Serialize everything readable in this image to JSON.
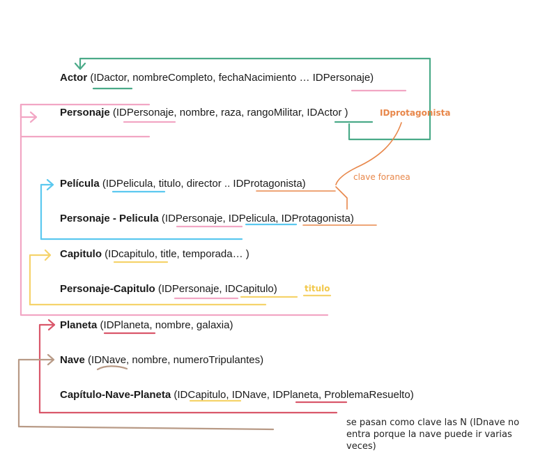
{
  "relations": {
    "actor": {
      "name": "Actor",
      "attrs": " (IDactor, nombreCompleto, fechaNacimiento … IDPersonaje)"
    },
    "personaje": {
      "name": "Personaje",
      "attrs": " (IDPersonaje, nombre, raza, rangoMilitar, IDActor )"
    },
    "pelicula": {
      "name": "Película",
      "attrs": "  (IDPelicula, titulo, director .. IDProtagonista)"
    },
    "personaje_pelicula": {
      "name": "Personaje - Pelicula",
      "attrs": " (IDPersonaje, IDPelicula, IDProtagonista)"
    },
    "capitulo": {
      "name": "Capitulo",
      "attrs": " (IDcapitulo, title, temporada…  )"
    },
    "personaje_capitulo": {
      "name": "Personaje-Capitulo",
      "attrs": " (IDPersonaje, IDCapitulo)"
    },
    "planeta": {
      "name": "Planeta",
      "attrs": " (IDPlaneta, nombre, galaxia)"
    },
    "nave": {
      "name": "Nave",
      "attrs": " (IDNave, nombre, numeroTripulantes)"
    },
    "capitulo_nave_planeta": {
      "name": "Capítulo-Nave-Planeta",
      "attrs": " (IDCapitulo, IDNave, IDPlaneta, ProblemaResuelto)"
    }
  },
  "annotations": {
    "idprotagonista": "IDprotagonista",
    "titulo": "titulo",
    "clave_foranea": "clave foranea",
    "note": "se pasan como clave las N (IDnave no entra porque la nave puede ir varias veces)"
  },
  "colors": {
    "green": "#4aaa88",
    "pink": "#f2a6c4",
    "blue": "#5bc8ef",
    "yellow": "#f5d36b",
    "red": "#d9576a",
    "tan": "#b89a86",
    "orange": "#e8874a"
  }
}
